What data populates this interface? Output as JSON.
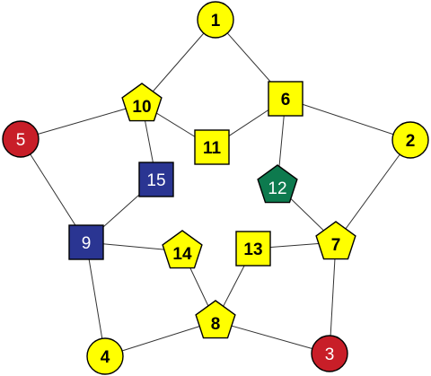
{
  "colors": {
    "yellow": "#ffff00",
    "red": "#c81e28",
    "blue": "#2a3592",
    "green": "#0d7a4e",
    "dark_text": "#000000",
    "light_text": "#ffffff"
  },
  "nodes": [
    {
      "id": "1",
      "label": "1",
      "shape": "circle",
      "color": "yellow"
    },
    {
      "id": "2",
      "label": "2",
      "shape": "circle",
      "color": "yellow"
    },
    {
      "id": "3",
      "label": "3",
      "shape": "circle",
      "color": "red"
    },
    {
      "id": "4",
      "label": "4",
      "shape": "circle",
      "color": "yellow"
    },
    {
      "id": "5",
      "label": "5",
      "shape": "circle",
      "color": "red"
    },
    {
      "id": "6",
      "label": "6",
      "shape": "square",
      "color": "yellow"
    },
    {
      "id": "7",
      "label": "7",
      "shape": "pentagon",
      "color": "yellow"
    },
    {
      "id": "8",
      "label": "8",
      "shape": "pentagon",
      "color": "yellow"
    },
    {
      "id": "9",
      "label": "9",
      "shape": "square",
      "color": "blue"
    },
    {
      "id": "10",
      "label": "10",
      "shape": "pentagon",
      "color": "yellow"
    },
    {
      "id": "11",
      "label": "11",
      "shape": "square",
      "color": "yellow"
    },
    {
      "id": "12",
      "label": "12",
      "shape": "pentagon",
      "color": "green"
    },
    {
      "id": "13",
      "label": "13",
      "shape": "square",
      "color": "yellow"
    },
    {
      "id": "14",
      "label": "14",
      "shape": "pentagon",
      "color": "yellow"
    },
    {
      "id": "15",
      "label": "15",
      "shape": "square",
      "color": "blue"
    }
  ],
  "edges": [
    [
      "1",
      "10"
    ],
    [
      "1",
      "6"
    ],
    [
      "10",
      "5"
    ],
    [
      "10",
      "11"
    ],
    [
      "10",
      "15"
    ],
    [
      "6",
      "11"
    ],
    [
      "6",
      "2"
    ],
    [
      "6",
      "12"
    ],
    [
      "5",
      "9"
    ],
    [
      "15",
      "9"
    ],
    [
      "9",
      "14"
    ],
    [
      "9",
      "4"
    ],
    [
      "12",
      "7"
    ],
    [
      "2",
      "7"
    ],
    [
      "13",
      "7"
    ],
    [
      "13",
      "8"
    ],
    [
      "7",
      "3"
    ],
    [
      "14",
      "8"
    ],
    [
      "8",
      "4"
    ],
    [
      "8",
      "3"
    ]
  ]
}
